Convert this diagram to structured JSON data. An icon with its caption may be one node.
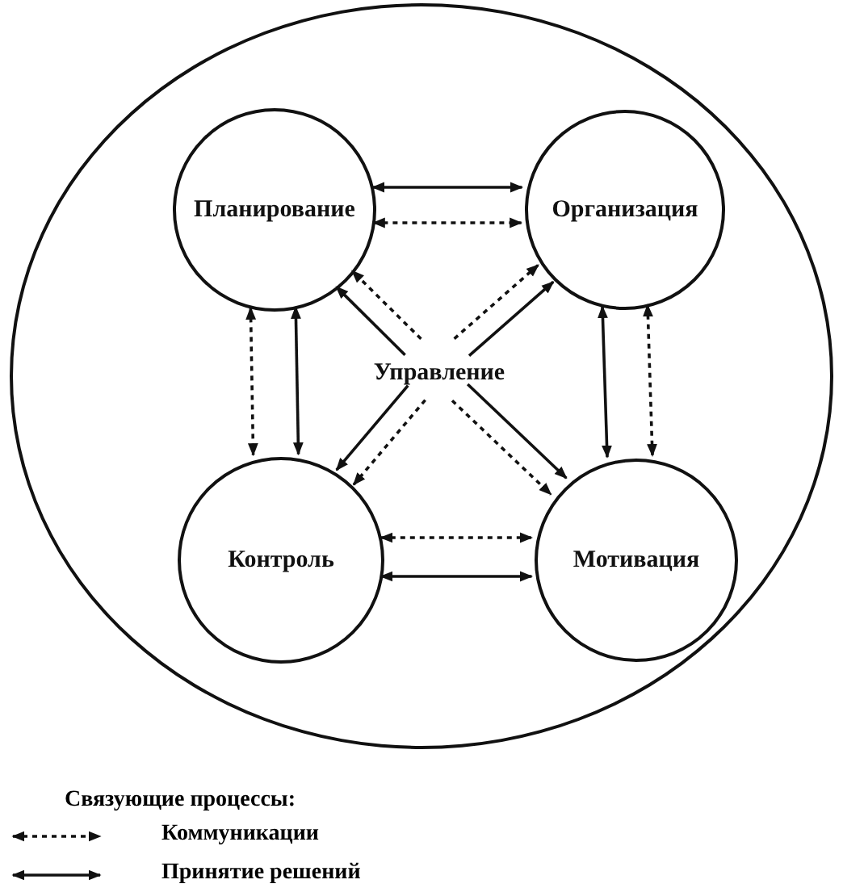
{
  "diagram": {
    "nodes": [
      {
        "text": [],
        "shape": "circle"
      },
      {
        "text": [
          "Планирование"
        ],
        "in": 0
      },
      {
        "text": [
          "Организация"
        ],
        "in": 0
      },
      {
        "text": [
          "Управление"
        ],
        "in": 0
      },
      {
        "text": [
          "Контроль"
        ],
        "in": 0
      },
      {
        "text": [
          "Мотивация"
        ],
        "in": 0
      }
    ],
    "edges": [
      {
        "from": 1,
        "to": 2,
        "arrow": "both"
      },
      {
        "from": 1,
        "to": 2,
        "arrow": "both",
        "style": "dashed"
      },
      {
        "from": 1,
        "to": 4,
        "arrow": "both"
      },
      {
        "from": 1,
        "to": 4,
        "arrow": "both",
        "style": "dashed"
      },
      {
        "from": 2,
        "to": 5,
        "arrow": "both",
        "style": "dashed"
      },
      {
        "from": 2,
        "to": 5,
        "arrow": "both"
      },
      {
        "from": 3,
        "to": 1,
        "arrow": "to"
      },
      {
        "from": 3,
        "to": 1,
        "arrow": "to",
        "style": "dashed"
      },
      {
        "from": 3,
        "to": 2,
        "arrow": "to"
      },
      {
        "from": 3,
        "to": 2,
        "arrow": "to",
        "style": "dashed"
      },
      {
        "from": 3,
        "to": 4,
        "arrow": "to"
      },
      {
        "from": 3,
        "to": 4,
        "arrow": "to",
        "style": "dashed"
      },
      {
        "from": 3,
        "to": 5,
        "arrow": "to"
      },
      {
        "from": 3,
        "to": 5,
        "arrow": "to",
        "style": "dashed"
      },
      {
        "from": 4,
        "to": 5,
        "arrow": "both",
        "style": "dashed"
      },
      {
        "from": 4,
        "to": 5,
        "arrow": "both"
      }
    ],
    "labels": [
      "Связующие процессы:"
    ],
    "legend": [
      {
        "text": "Коммуникации"
      },
      {
        "text": "Принятие решений"
      }
    ]
  }
}
